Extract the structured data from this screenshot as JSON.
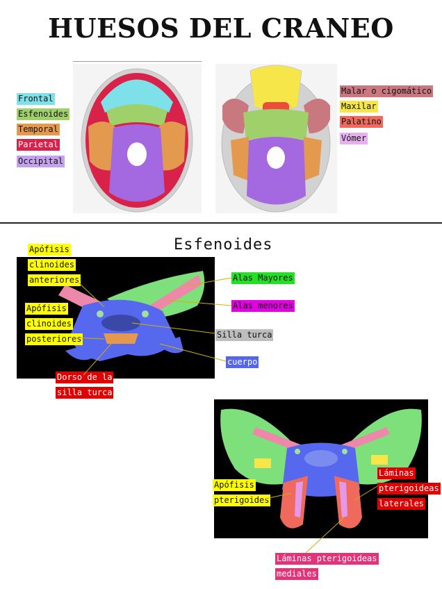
{
  "title": "HUESOS DEL CRANEO",
  "colors": {
    "frontal": "#7ee0e8",
    "esfenoides": "#9fd06a",
    "temporal": "#e39a4e",
    "parietal": "#d9224a",
    "occipital": "#a468e0",
    "malar": "#c9787f",
    "maxilar": "#f7e64a",
    "palatino": "#ef4b3c",
    "vomer": "#e29ae8",
    "yellow_label": "#ffff00",
    "green_label": "#22e022",
    "magenta_label": "#e000e0",
    "gray_label": "#bdbdbd",
    "blue_label": "#5566ee",
    "red_label": "#e00000",
    "pink_label": "#e5337a"
  },
  "legend_left": [
    {
      "key": "frontal",
      "text": "Frontal"
    },
    {
      "key": "esfenoides",
      "text": "Esfenoides"
    },
    {
      "key": "temporal",
      "text": "Temporal"
    },
    {
      "key": "parietal",
      "text": "Parietal"
    },
    {
      "key": "occipital",
      "text": "Occipital"
    }
  ],
  "legend_right": [
    {
      "key": "malar",
      "text": "Malar o cigomático"
    },
    {
      "key": "maxilar",
      "text": "Maxilar"
    },
    {
      "key": "palatino",
      "text": "Palatino"
    },
    {
      "key": "vomer",
      "text": "Vómer"
    }
  ],
  "section_title": "Esfenoides",
  "panel1_labels": {
    "clinoides_anteriores": [
      "Apófisis",
      "clinoides",
      "anteriores"
    ],
    "clinoides_posteriores": [
      "Apófisis",
      "clinoides",
      "posteriores"
    ],
    "dorso": [
      "Dorso de la",
      "silla turca"
    ],
    "alas_mayores": "Alas Mayores",
    "alas_menores": "Alas menores",
    "silla_turca": "Silla turca",
    "cuerpo": "cuerpo"
  },
  "panel2_labels": {
    "pterigoides": [
      "Apófisis",
      "pterigoides"
    ],
    "laminas_laterales": [
      "Láminas",
      "pterigoideas",
      "laterales"
    ],
    "laminas_mediales": [
      "Láminas pterigoideas",
      "mediales"
    ]
  }
}
